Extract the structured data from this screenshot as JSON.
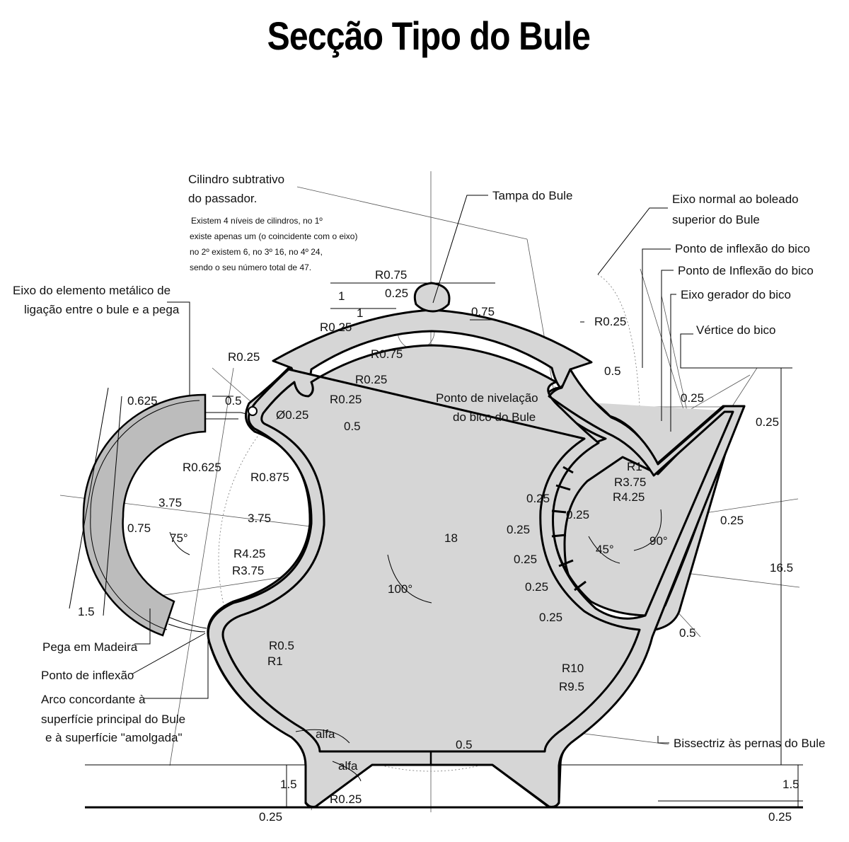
{
  "title": "Secção Tipo do Bule",
  "callouts": {
    "cilindro_1": "Cilindro subtrativo",
    "cilindro_2": "do passador.",
    "cilindro_note_1": "Existem 4 níveis de cilindros, no 1º",
    "cilindro_note_2": "existe apenas um (o coincidente com o eixo)",
    "cilindro_note_3": "no 2º existem 6, no 3º 16, no 4º 24,",
    "cilindro_note_4": "sendo o seu número total de 47.",
    "eixo_metalico_1": "Eixo do elemento metálico de",
    "eixo_metalico_2": "ligação entre o bule e a pega",
    "tampa": "Tampa do Bule",
    "eixo_normal_1": "Eixo normal ao boleado",
    "eixo_normal_2": "superior do Bule",
    "inflexao_bico_1": "Ponto de inflexão do bico",
    "inflexao_bico_2": "Ponto de Inflexão do bico",
    "eixo_gerador": "Eixo gerador do bico",
    "vertice": "Vértice do bico",
    "nivelacao_1": "Ponto de nivelação",
    "nivelacao_2": "do bico do Bule",
    "pega_madeira": "Pega em Madeira",
    "ponto_inflexao": "Ponto de inflexão",
    "arco_1": "Arco concordante à",
    "arco_2": "superfície principal do Bule",
    "arco_3": "e à superfície \"amolgada\"",
    "bissectriz": "Bissectriz às pernas do Bule"
  },
  "dimensions": {
    "r075_top": "R0.75",
    "d025_top": "0.25",
    "d1_a": "1",
    "d1_b": "1",
    "d075_top": "0.75",
    "r025_a": "R0.25",
    "r075_mid": "R0.75",
    "r025_right": "R0.25",
    "r025_left": "R0.25",
    "r025_b": "R0.25",
    "r025_c": "R0.25",
    "d05_left": "0.5",
    "o025": "Ø0.25",
    "d05_mid": "0.5",
    "d05_right_top": "0.5",
    "d0625": "0.625",
    "r0625": "R0.625",
    "r0875": "R0.875",
    "d375_a": "3.75",
    "d375_b": "3.75",
    "d075_left": "0.75",
    "a75": "75°",
    "r425_left": "R4.25",
    "r375_left": "R3.75",
    "d15_left": "1.5",
    "r05": "R0.5",
    "r1_left": "R1",
    "d18": "18",
    "a100": "100°",
    "d025_spout_a": "0.25",
    "d025_spout_b": "0.25",
    "r1_right": "R1",
    "r375_right": "R3.75",
    "r425_right": "R4.25",
    "s025_1": "0.25",
    "s025_2": "0.25",
    "s025_3": "0.25",
    "s025_4": "0.25",
    "s025_5": "0.25",
    "s025_6": "0.25",
    "d025_right_mid": "0.25",
    "a45": "45°",
    "a90": "90°",
    "d165": "16.5",
    "d05_right_low": "0.5",
    "r10": "R10",
    "r95": "R9.5",
    "alfa_1": "alfa",
    "alfa_2": "alfa",
    "d05_base": "0.5",
    "d15_base_left": "1.5",
    "r025_base": "R0.25",
    "d025_base_left": "0.25",
    "d15_base_right": "1.5",
    "d025_base_right": "0.25"
  },
  "colors": {
    "body_fill": "#d6d6d6",
    "handle_fill": "#bcbcbc",
    "line": "#000000"
  }
}
